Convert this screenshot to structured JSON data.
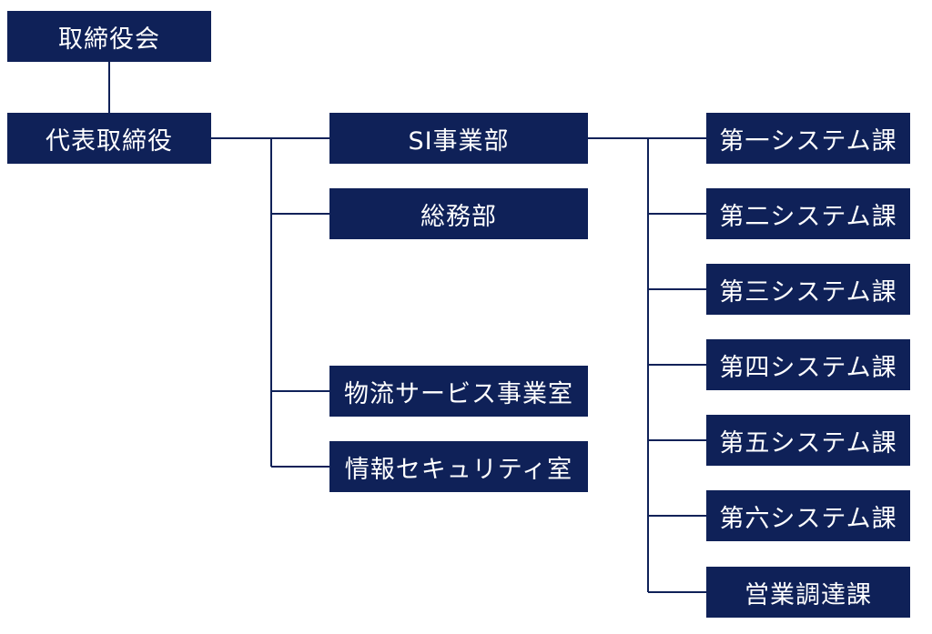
{
  "colors": {
    "node_fill": "#0f2158",
    "node_text": "#ffffff",
    "connector": "#0f2158",
    "background": "#ffffff"
  },
  "org": {
    "board": "取締役会",
    "ceo": "代表取締役",
    "departments": [
      "SI事業部",
      "総務部",
      "物流サービス事業室",
      "情報セキュリティ室"
    ],
    "si_sections": [
      "第一システム課",
      "第二システム課",
      "第三システム課",
      "第四システム課",
      "第五システム課",
      "第六システム課",
      "営業調達課"
    ]
  }
}
